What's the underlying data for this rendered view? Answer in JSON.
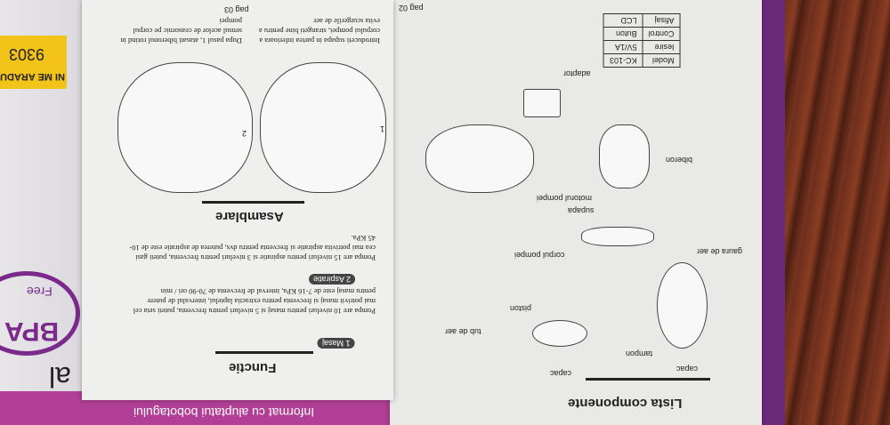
{
  "left_page": {
    "title": "Lista componente",
    "labels": [
      "capac",
      "tampon",
      "capac",
      "tub de aer",
      "piston",
      "gaura de aer",
      "corpul pompei",
      "supapa",
      "biberon",
      "motorul pompei",
      "adaptor"
    ],
    "specs": [
      {
        "key": "Model",
        "value": "KC-103"
      },
      {
        "key": "Iesire",
        "value": "5V/1A"
      },
      {
        "key": "Control",
        "value": "Buton"
      },
      {
        "key": "Afisaj",
        "value": "LCD"
      }
    ],
    "page_number": "pag 02"
  },
  "right_page": {
    "title": "Functie",
    "sections": [
      {
        "badge": "1 Masaj",
        "text": "Pompa are 10 niveluri pentru masaj si 5 niveluri pentru frecventa, puteti seta cel mai potrivit masaj si frecventa pentru extractia laptelui, intervalul de putere pentru masaj este de 7-16 KPa, interval de frecventa de 70-90 ori / min"
      },
      {
        "badge": "2 Aspiratie",
        "text": "Pompa are 15 niveluri pentru aspiratie si 3 niveluri pentru frecventa, puteti gasi cea mai potrivita aspiratie si frecventa pentru dvs, puterea de aspiratie este de 10-45 KPa."
      }
    ],
    "assembly_title": "Asamblare",
    "steps": [
      {
        "number": "1",
        "text": "Introduceti supapa in partea inferioara a corpului pompei, strangeti bine pentru a evita scurgerile de aer"
      },
      {
        "number": "2",
        "text": "Dupa pasul 1, atasati biberonul rotind in sensul acelor de ceasornic pe corpul pompei"
      }
    ],
    "page_number": "pag 03"
  },
  "box": {
    "bpa_label": "BPA",
    "free_label": "Free",
    "partial_text": "al",
    "sticker_text": "NI ME ARADU",
    "code_text": "9303",
    "bottom_text": "Informat cu aluptatui bobotagului"
  }
}
